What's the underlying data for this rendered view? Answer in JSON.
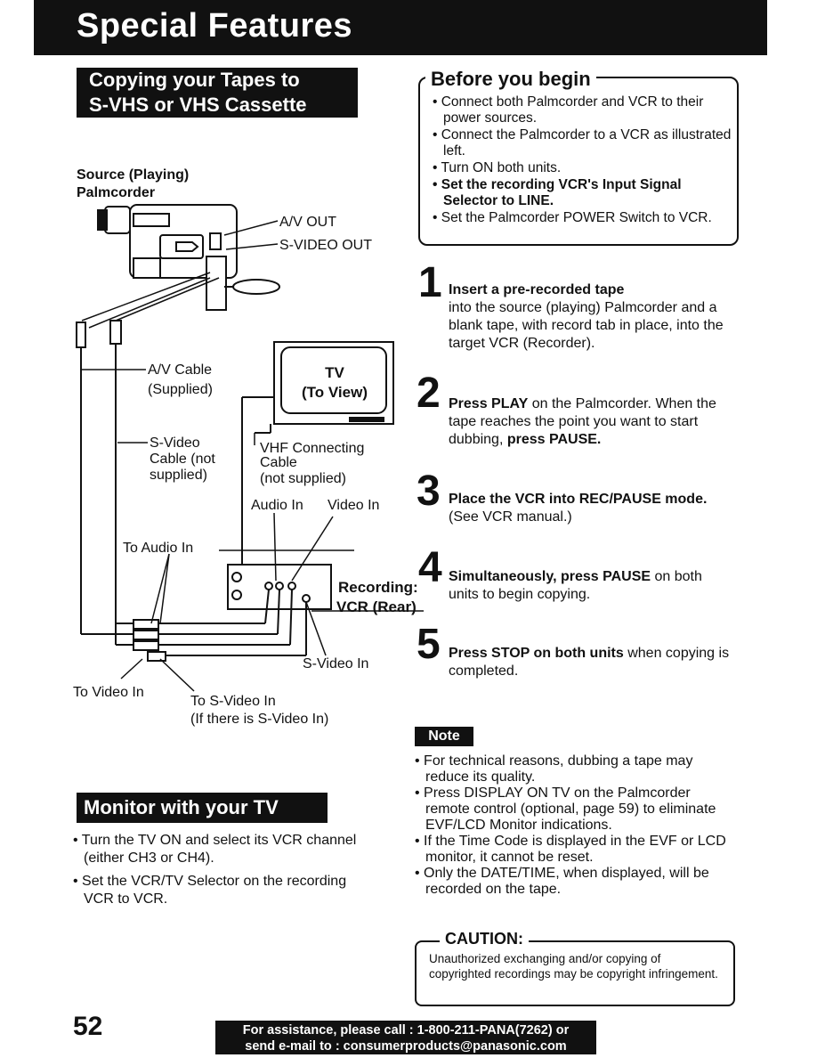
{
  "header": {
    "title": "Special Features"
  },
  "copy_section": {
    "heading_line1": "Copying your Tapes to",
    "heading_line2": "S-VHS or VHS Cassette"
  },
  "diagram": {
    "source_line1": "Source (Playing)",
    "source_line2": "Palmcorder",
    "av_out": "A/V OUT",
    "svideo_out": "S-VIDEO OUT",
    "av_cable_1": "A/V Cable",
    "av_cable_2": "(Supplied)",
    "svideo_cable_1": "S-Video",
    "svideo_cable_2": "Cable (not",
    "svideo_cable_3": "supplied)",
    "tv_1": "TV",
    "tv_2": "(To View)",
    "vhf_1": "VHF Connecting",
    "vhf_2": "Cable",
    "vhf_3": "(not supplied)",
    "audio_in": "Audio In",
    "video_in": "Video In",
    "to_audio_in": "To Audio In",
    "recording": "Recording:",
    "vcr_rear": "VCR (Rear)",
    "svideo_in": "S-Video In",
    "to_video_in": "To Video In",
    "to_svideo_in": "To S-Video In",
    "if_svideo": "(If there is S-Video In)"
  },
  "before": {
    "title": "Before you begin",
    "items": [
      "• Connect both Palmcorder and VCR to their power sources.",
      "• Connect the Palmcorder to a VCR as illustrated left.",
      "• Turn ON both units.",
      "• Set the recording VCR's Input Signal Selector to LINE.",
      "• Set the Palmcorder POWER Switch to VCR."
    ]
  },
  "steps": [
    {
      "num": "1",
      "bold": "Insert a pre-recorded tape",
      "text": "into the source (playing) Palmcorder and a blank tape, with record tab in place, into the target VCR (Recorder)."
    },
    {
      "num": "2",
      "bold": "Press PLAY",
      "text": " on the Palmcorder. When the tape reaches the point you want to start dubbing, ",
      "bold2": "press PAUSE."
    },
    {
      "num": "3",
      "bold": "Place the VCR into REC/PAUSE mode.",
      "text": " (See VCR manual.)"
    },
    {
      "num": "4",
      "bold": "Simultaneously, press PAUSE",
      "text": " on both units to begin copying."
    },
    {
      "num": "5",
      "bold": "Press STOP on both units",
      "text": " when copying is completed."
    }
  ],
  "note": {
    "label": "Note",
    "items": [
      "• For technical reasons, dubbing a tape may reduce its quality.",
      "• Press DISPLAY ON TV on the Palmcorder remote control (optional, page 59) to eliminate EVF/LCD Monitor indications.",
      "• If the Time Code is displayed in the EVF or LCD monitor, it cannot be reset.",
      "• Only the DATE/TIME, when displayed, will be recorded on the tape."
    ]
  },
  "caution": {
    "title": "CAUTION:",
    "text": "Unauthorized exchanging and/or copying of copyrighted recordings may be copyright infringement."
  },
  "monitor": {
    "heading": "Monitor with your TV",
    "items": [
      "• Turn the TV ON and select its VCR channel (either CH3 or CH4).",
      "• Set the VCR/TV Selector on the recording VCR to VCR."
    ]
  },
  "footer": {
    "page_number": "52",
    "line1": "For assistance, please call : 1-800-211-PANA(7262) or",
    "line2": "send e-mail to : consumerproducts@panasonic.com"
  }
}
